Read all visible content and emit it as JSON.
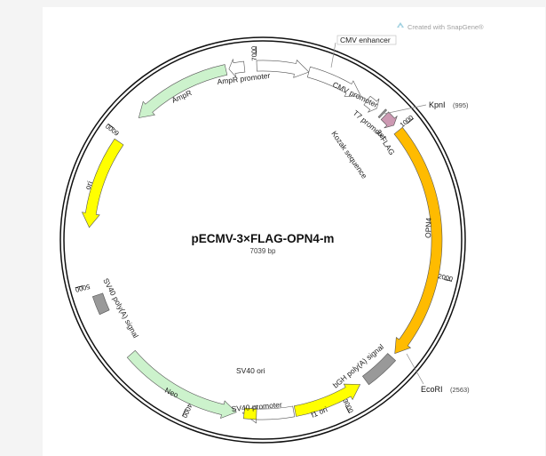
{
  "plasmid": {
    "name": "pECMV-3×FLAG-OPN4-m",
    "size_label": "7039 bp",
    "length_bp": 7039,
    "created_with": "Created with SnapGene®"
  },
  "features": [
    {
      "id": "cmv-enhancer",
      "label": "CMV enhancer",
      "start": 7000,
      "end": 300,
      "type": "arrow",
      "color": "#ffffff"
    },
    {
      "id": "cmv-promoter",
      "label": "CMV promoter",
      "start": 300,
      "end": 670,
      "type": "arrow",
      "color": "#ffffff"
    },
    {
      "id": "t7-promoter",
      "label": "T7 promoter",
      "start": 720,
      "end": 800,
      "type": "arrow",
      "color": "#ffffff"
    },
    {
      "id": "kozak",
      "label": "Kozak sequence",
      "start": 845,
      "end": 855,
      "type": "box",
      "color": "#999999"
    },
    {
      "id": "flag",
      "label": "3×FLAG",
      "start": 870,
      "end": 955,
      "type": "arrow",
      "color": "#cc99b2"
    },
    {
      "id": "opn4",
      "label": "OPN4",
      "start": 1000,
      "end": 2555,
      "type": "arrow",
      "color": "#ffbb00"
    },
    {
      "id": "bgh",
      "label": "bGH poly(A) signal",
      "start": 2585,
      "end": 2810,
      "type": "box",
      "color": "#999999"
    },
    {
      "id": "f1-ori",
      "label": "f1 ori",
      "start": 2855,
      "end": 3310,
      "type": "arrow-rev",
      "color": "#ffff00"
    },
    {
      "id": "sv40-promoter",
      "label": "SV40 promoter",
      "start": 3320,
      "end": 3650,
      "type": "arrow",
      "color": "#ffffff"
    },
    {
      "id": "sv40-ori",
      "label": "SV40 ori",
      "start": 3560,
      "end": 3640,
      "type": "box",
      "color": "#ffff00"
    },
    {
      "id": "neo",
      "label": "Neo",
      "start": 3690,
      "end": 4480,
      "type": "arrow-rev",
      "color": "#ccf2cc"
    },
    {
      "id": "sv40-polya",
      "label": "SV40 poly(A) signal",
      "start": 4800,
      "end": 4920,
      "type": "box",
      "color": "#999999"
    },
    {
      "id": "ori",
      "label": "ori",
      "start": 5360,
      "end": 5950,
      "type": "arrow-rev",
      "color": "#ffff00"
    },
    {
      "id": "ampr",
      "label": "AmpR",
      "start": 6150,
      "end": 6800,
      "type": "arrow-rev",
      "color": "#ccf2cc"
    },
    {
      "id": "ampr-promoter",
      "label": "AmpR promoter",
      "start": 6820,
      "end": 6920,
      "type": "arrow-rev",
      "color": "#ffffff"
    }
  ],
  "sites": [
    {
      "id": "kpni",
      "name": "KpnI",
      "pos_label": "(995)",
      "bp": 995
    },
    {
      "id": "ecori",
      "name": "EcoRI",
      "pos_label": "(2563)",
      "bp": 2563
    }
  ],
  "ticks": [
    {
      "bp": 1000,
      "label": "1000"
    },
    {
      "bp": 2000,
      "label": "2000"
    },
    {
      "bp": 3000,
      "label": "3000"
    },
    {
      "bp": 4000,
      "label": "4000"
    },
    {
      "bp": 5000,
      "label": "5000"
    },
    {
      "bp": 6000,
      "label": "6000"
    },
    {
      "bp": 7000,
      "label": "7000"
    }
  ]
}
